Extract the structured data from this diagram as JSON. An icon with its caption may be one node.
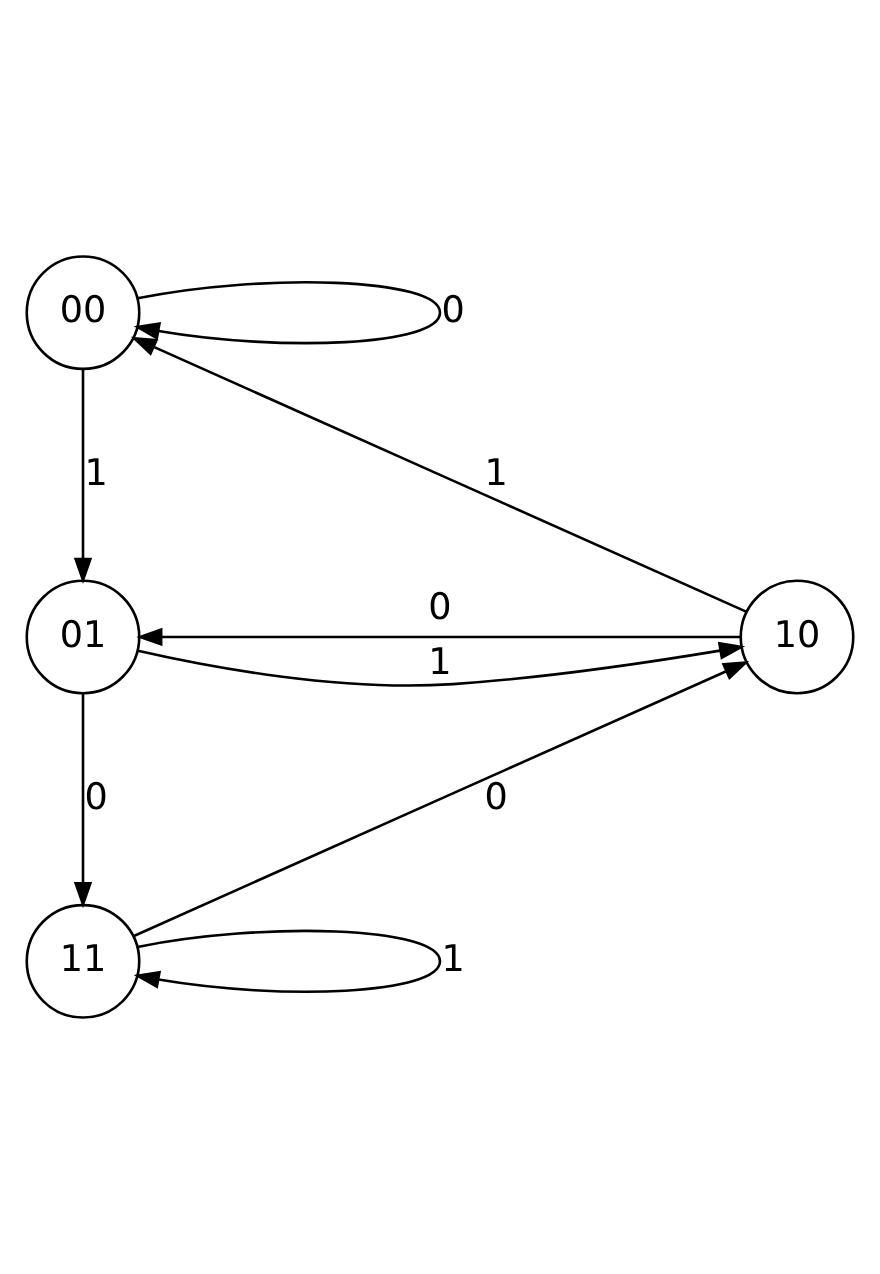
{
  "diagram": {
    "nodes": [
      {
        "text": [
          "00"
        ]
      },
      {
        "text": [
          "10"
        ]
      },
      {
        "text": [
          "01"
        ]
      },
      {
        "text": [
          "11"
        ]
      }
    ],
    "edges": [
      {
        "from": 0,
        "to": 0,
        "arrow": "to",
        "label": "0"
      },
      {
        "from": 0,
        "to": 2,
        "arrow": "to",
        "label": "1"
      },
      {
        "from": 1,
        "to": 0,
        "arrow": "to",
        "label": "1"
      },
      {
        "from": 1,
        "to": 2,
        "arrow": "to",
        "label": "0"
      },
      {
        "from": 2,
        "to": 1,
        "arrow": "to",
        "label": "1"
      },
      {
        "from": 2,
        "to": 3,
        "arrow": "to",
        "label": "0"
      },
      {
        "from": 3,
        "to": 1,
        "arrow": "to",
        "label": "0"
      },
      {
        "from": 3,
        "to": 3,
        "arrow": "to",
        "label": "1"
      }
    ]
  }
}
